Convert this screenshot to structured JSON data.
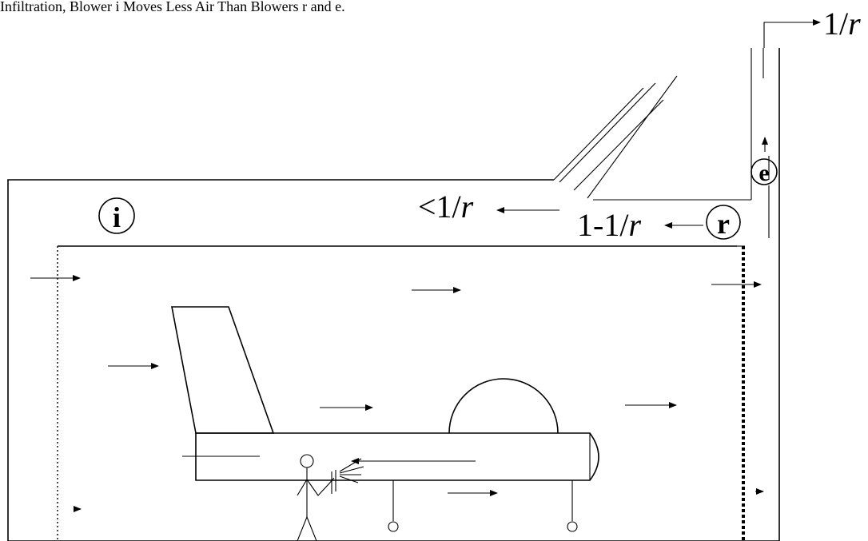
{
  "caption": "Infiltration, Blower i Moves Less Air Than Blowers r and e.",
  "labels": {
    "exhaust_flow": "1/r",
    "leak_flow": "<1/r",
    "recirc_flow": "1-1/r",
    "blower_i": "i",
    "blower_r": "r",
    "blower_e": "e"
  }
}
